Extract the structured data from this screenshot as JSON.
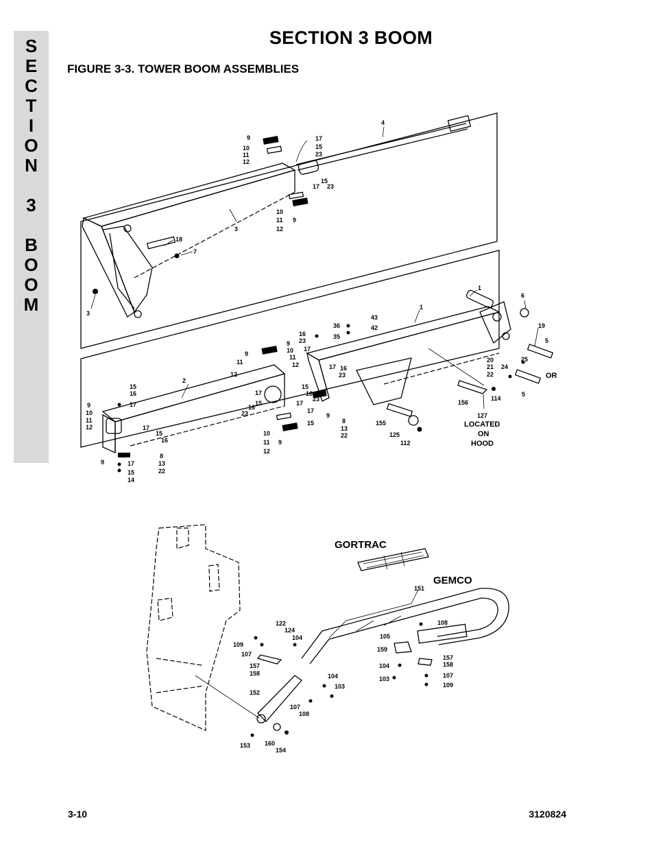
{
  "side_tab": {
    "letters": [
      "S",
      "E",
      "C",
      "T",
      "I",
      "O",
      "N",
      "",
      "3",
      "",
      "B",
      "O",
      "O",
      "M"
    ]
  },
  "header": {
    "title": "SECTION 3   BOOM"
  },
  "figure": {
    "title": "FIGURE 3-3.    TOWER BOOM ASSEMBLIES"
  },
  "top_labels": {
    "l4": "4",
    "l9a": "9",
    "l10a": "10",
    "l11a": "11",
    "l12a": "12",
    "l17a": "17",
    "l15a": "15",
    "l23a": "23",
    "l15b": "15",
    "l17b": "17",
    "l23b": "23",
    "l10b": "10",
    "l11b": "11",
    "l12b": "12",
    "l9b": "9",
    "l3a": "3",
    "l18": "18",
    "l7": "7",
    "l3b": "3"
  },
  "middle_labels": {
    "l1a": "1",
    "l6": "6",
    "l1b": "1",
    "l19": "19",
    "l5a": "5",
    "l36": "36",
    "l43": "43",
    "l42": "42",
    "l35": "35",
    "l16a": "16",
    "l23a": "23",
    "l9a": "9",
    "l10a": "10",
    "l11a": "11",
    "l12a": "12",
    "l17a": "17",
    "l16b": "16",
    "l23b": "23",
    "l20": "20",
    "l21": "21",
    "l22a": "22",
    "l24": "24",
    "l25": "25",
    "or": "OR",
    "l5b": "5",
    "l9b": "9",
    "l12b": "12",
    "l11b": "11",
    "l2": "2",
    "l15a": "15",
    "l16c": "16",
    "l17b": "17",
    "l17c": "17",
    "l15b": "15",
    "l16d": "16",
    "l23c": "23",
    "l16e": "16",
    "l15c": "15",
    "l23d": "23",
    "l17d": "17",
    "l9c": "9",
    "l8a": "8",
    "l13a": "13",
    "l22b": "22",
    "l15d": "15",
    "l156": "156",
    "l114": "114",
    "l127": "127",
    "located": "LOCATED",
    "on": "ON",
    "hood": "HOOD",
    "l155": "155",
    "l125": "125",
    "l112": "112",
    "l9d": "9",
    "l10c": "10",
    "l11c": "11",
    "l12c": "12",
    "l17e": "17",
    "l17f": "17",
    "l15e": "15",
    "l16f": "16",
    "l10d": "10",
    "l11d": "11",
    "l12d": "12",
    "l9e": "9",
    "l9f": "9",
    "l17g": "17",
    "l15f": "15",
    "l14": "14",
    "l8b": "8",
    "l13b": "13",
    "l22c": "22"
  },
  "bottom_labels": {
    "gortrac": "GORTRAC",
    "gemco": "GEMCO",
    "l151": "151",
    "l122": "122",
    "l124": "124",
    "l104a": "104",
    "l109a": "109",
    "l107a": "107",
    "l157a": "157",
    "l158a": "158",
    "l152": "152",
    "l104b": "104",
    "l103a": "103",
    "l107b": "107",
    "l108a": "108",
    "l153": "153",
    "l160": "160",
    "l154": "154",
    "l105": "105",
    "l108b": "108",
    "l159": "159",
    "l104c": "104",
    "l103b": "103",
    "l157b": "157",
    "l158b": "158",
    "l107c": "107",
    "l109b": "109"
  },
  "footer": {
    "page": "3-10",
    "doc_number": "3120824"
  }
}
